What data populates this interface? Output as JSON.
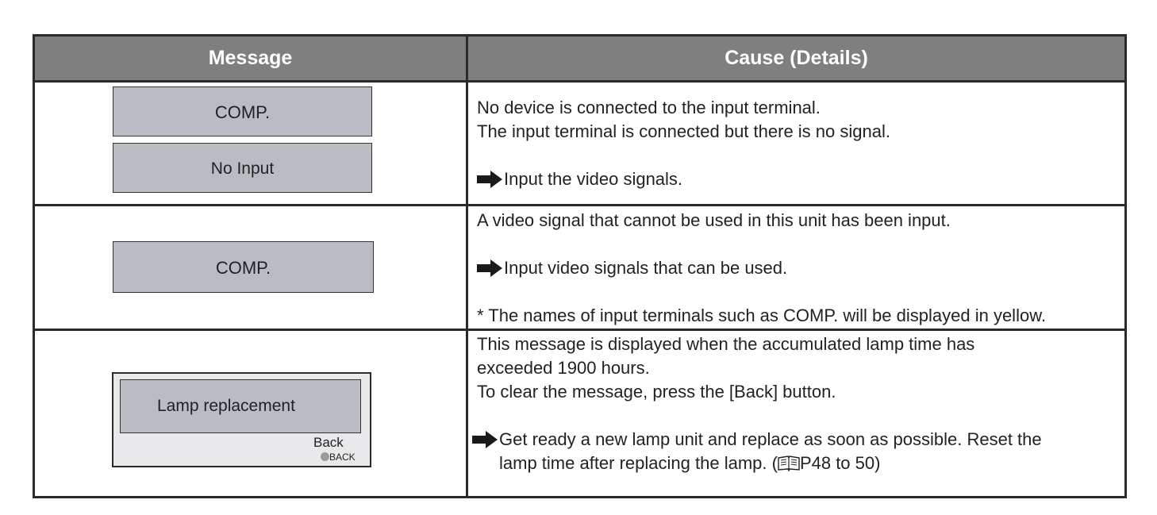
{
  "table": {
    "headers": {
      "message": "Message",
      "cause": "Cause (Details)"
    },
    "rows": [
      {
        "screens": [
          "COMP.",
          "No  Input"
        ],
        "cause_lines": [
          "No device is connected to the input terminal.",
          "The input terminal is connected but there is no signal."
        ],
        "action": "Input the video signals."
      },
      {
        "screens": [
          "COMP."
        ],
        "cause_lines": [
          "A video signal that cannot be used in this unit has been input."
        ],
        "action": "Input video signals that can be used.",
        "note": "* The names of input terminals such as COMP. will be displayed in yellow."
      },
      {
        "screens": [
          "Lamp  replacement"
        ],
        "back_label": "Back",
        "back_button_label": "BACK",
        "cause_lines": [
          "This message is displayed when the accumulated lamp time has",
          "exceeded 1900 hours.",
          "To clear the message, press the [Back] button."
        ],
        "action_line1": "Get ready a new lamp unit and replace as soon as possible. Reset the",
        "action_line2_prefix": "lamp time after replacing the lamp. (",
        "action_line2_ref": "P48 to 50)"
      }
    ]
  },
  "icons": [
    "arrow-right-icon",
    "manual-reference-icon"
  ]
}
